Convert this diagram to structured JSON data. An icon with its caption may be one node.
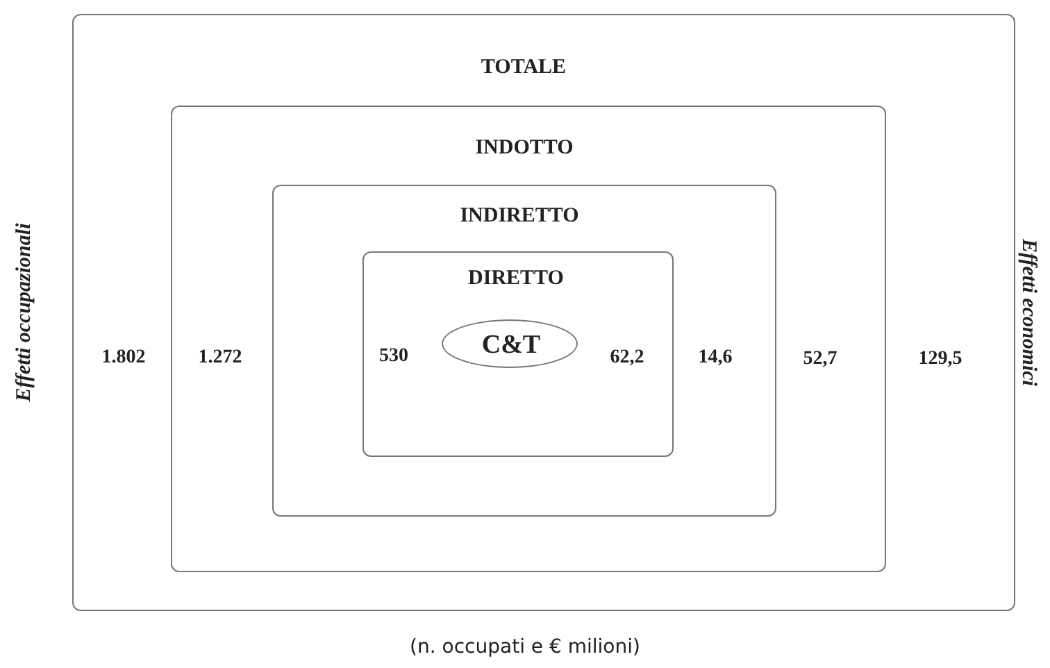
{
  "diagram": {
    "caption": "(n. occupati e € milioni)",
    "nodes": [
      {
        "text": [
          "TOTALE",
          "1.802",
          "129,5"
        ]
      },
      {
        "text": [
          "INDOTTO",
          "1.272",
          "52,7"
        ],
        "in": 0
      },
      {
        "text": [
          "INDIRETTO",
          "14,6"
        ],
        "in": 1
      },
      {
        "text": [
          "DIRETTO",
          "530",
          "62,2"
        ],
        "in": 2
      },
      {
        "text": [
          "C&T"
        ],
        "in": 3
      }
    ],
    "labels": [
      "Effetti occupazionali",
      "Effetti economici"
    ]
  }
}
